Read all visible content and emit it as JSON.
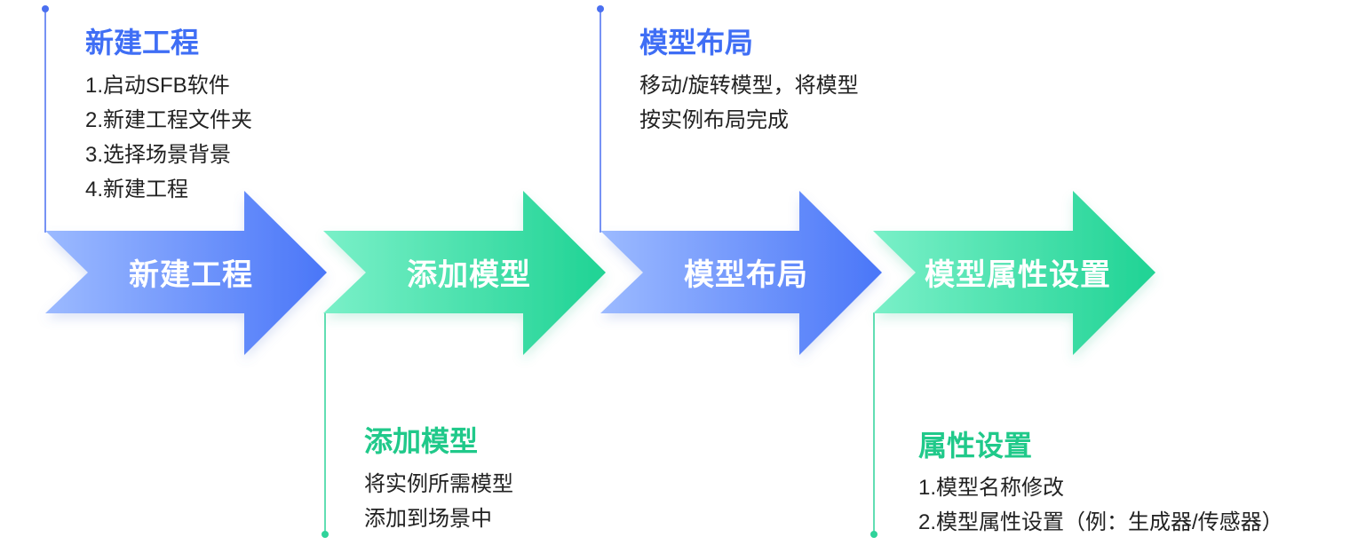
{
  "colors": {
    "blue_dark": "#4a76f8",
    "blue_light": "#8fb0ff",
    "green_dark": "#1fd394",
    "green_light": "#72edc4",
    "blue_line": "#4a6ff0",
    "green_line": "#2fd39a"
  },
  "steps": [
    {
      "label": "新建工程"
    },
    {
      "label": "添加模型"
    },
    {
      "label": "模型布局"
    },
    {
      "label": "模型属性设置"
    }
  ],
  "notes": {
    "new_project": {
      "title": "新建工程",
      "lines": [
        "1.启动SFB软件",
        "2.新建工程文件夹",
        "3.选择场景背景",
        "4.新建工程"
      ]
    },
    "add_model": {
      "title": "添加模型",
      "lines": [
        "将实例所需模型",
        "添加到场景中"
      ]
    },
    "layout": {
      "title": "模型布局",
      "lines": [
        "移动/旋转模型，将模型",
        "按实例布局完成"
      ]
    },
    "attributes": {
      "title": "属性设置",
      "lines": [
        "1.模型名称修改",
        "2.模型属性设置（例：生成器/传感器）"
      ]
    }
  }
}
